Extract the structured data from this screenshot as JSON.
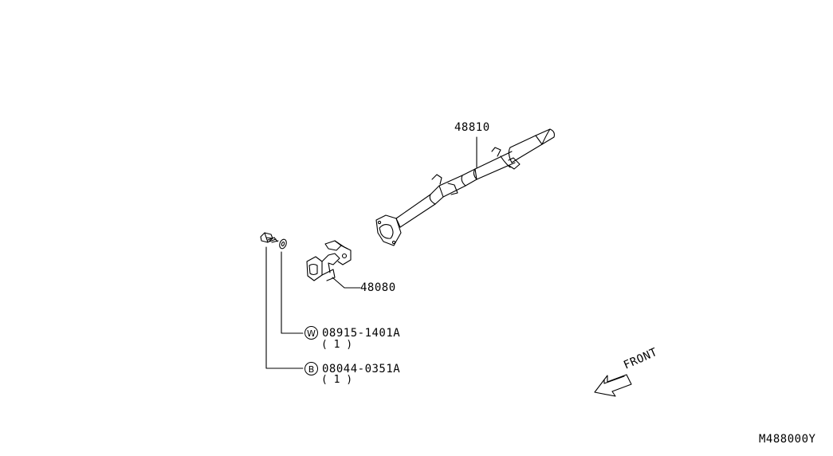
{
  "parts": {
    "column_shaft": {
      "number": "48810"
    },
    "joint": {
      "number": "48080"
    },
    "washer": {
      "symbol": "W",
      "number": "08915-1401A",
      "qty": "( 1 )"
    },
    "bolt": {
      "symbol": "B",
      "number": "08044-0351A",
      "qty": "( 1 )"
    }
  },
  "direction": {
    "label": "FRONT"
  },
  "diagram_code": "M488000Y",
  "colors": {
    "line": "#000000",
    "background": "#ffffff"
  },
  "icons": [
    "front-direction-arrow-icon",
    "washer-symbol-icon",
    "bolt-symbol-icon"
  ]
}
